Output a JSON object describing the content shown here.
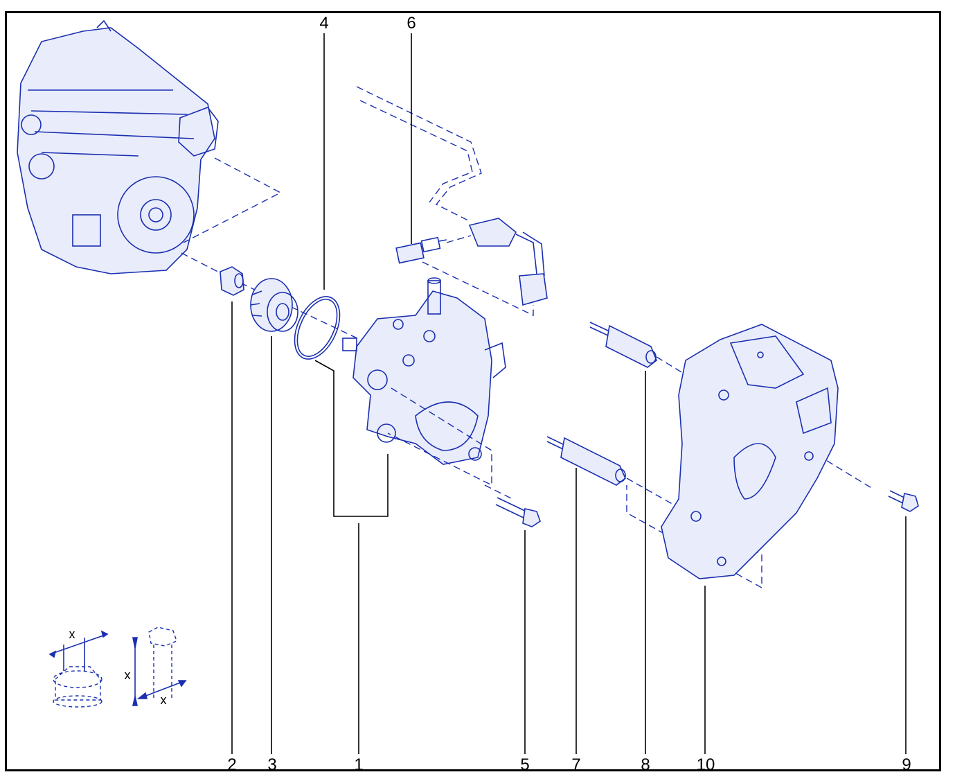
{
  "diagram": {
    "callouts": [
      {
        "id": "c2",
        "label": "2"
      },
      {
        "id": "c3",
        "label": "3"
      },
      {
        "id": "c1",
        "label": "1"
      },
      {
        "id": "c5",
        "label": "5"
      },
      {
        "id": "c7",
        "label": "7"
      },
      {
        "id": "c8",
        "label": "8"
      },
      {
        "id": "c10",
        "label": "10"
      },
      {
        "id": "c9",
        "label": "9"
      },
      {
        "id": "c4",
        "label": "4"
      },
      {
        "id": "c6",
        "label": "6"
      }
    ],
    "symbol_labels": {
      "nut_x": "x",
      "bolt_x_vertical": "x",
      "bolt_x_horizontal": "x"
    },
    "ink_color": "#1a2fb0",
    "frame_color": "#000000"
  }
}
